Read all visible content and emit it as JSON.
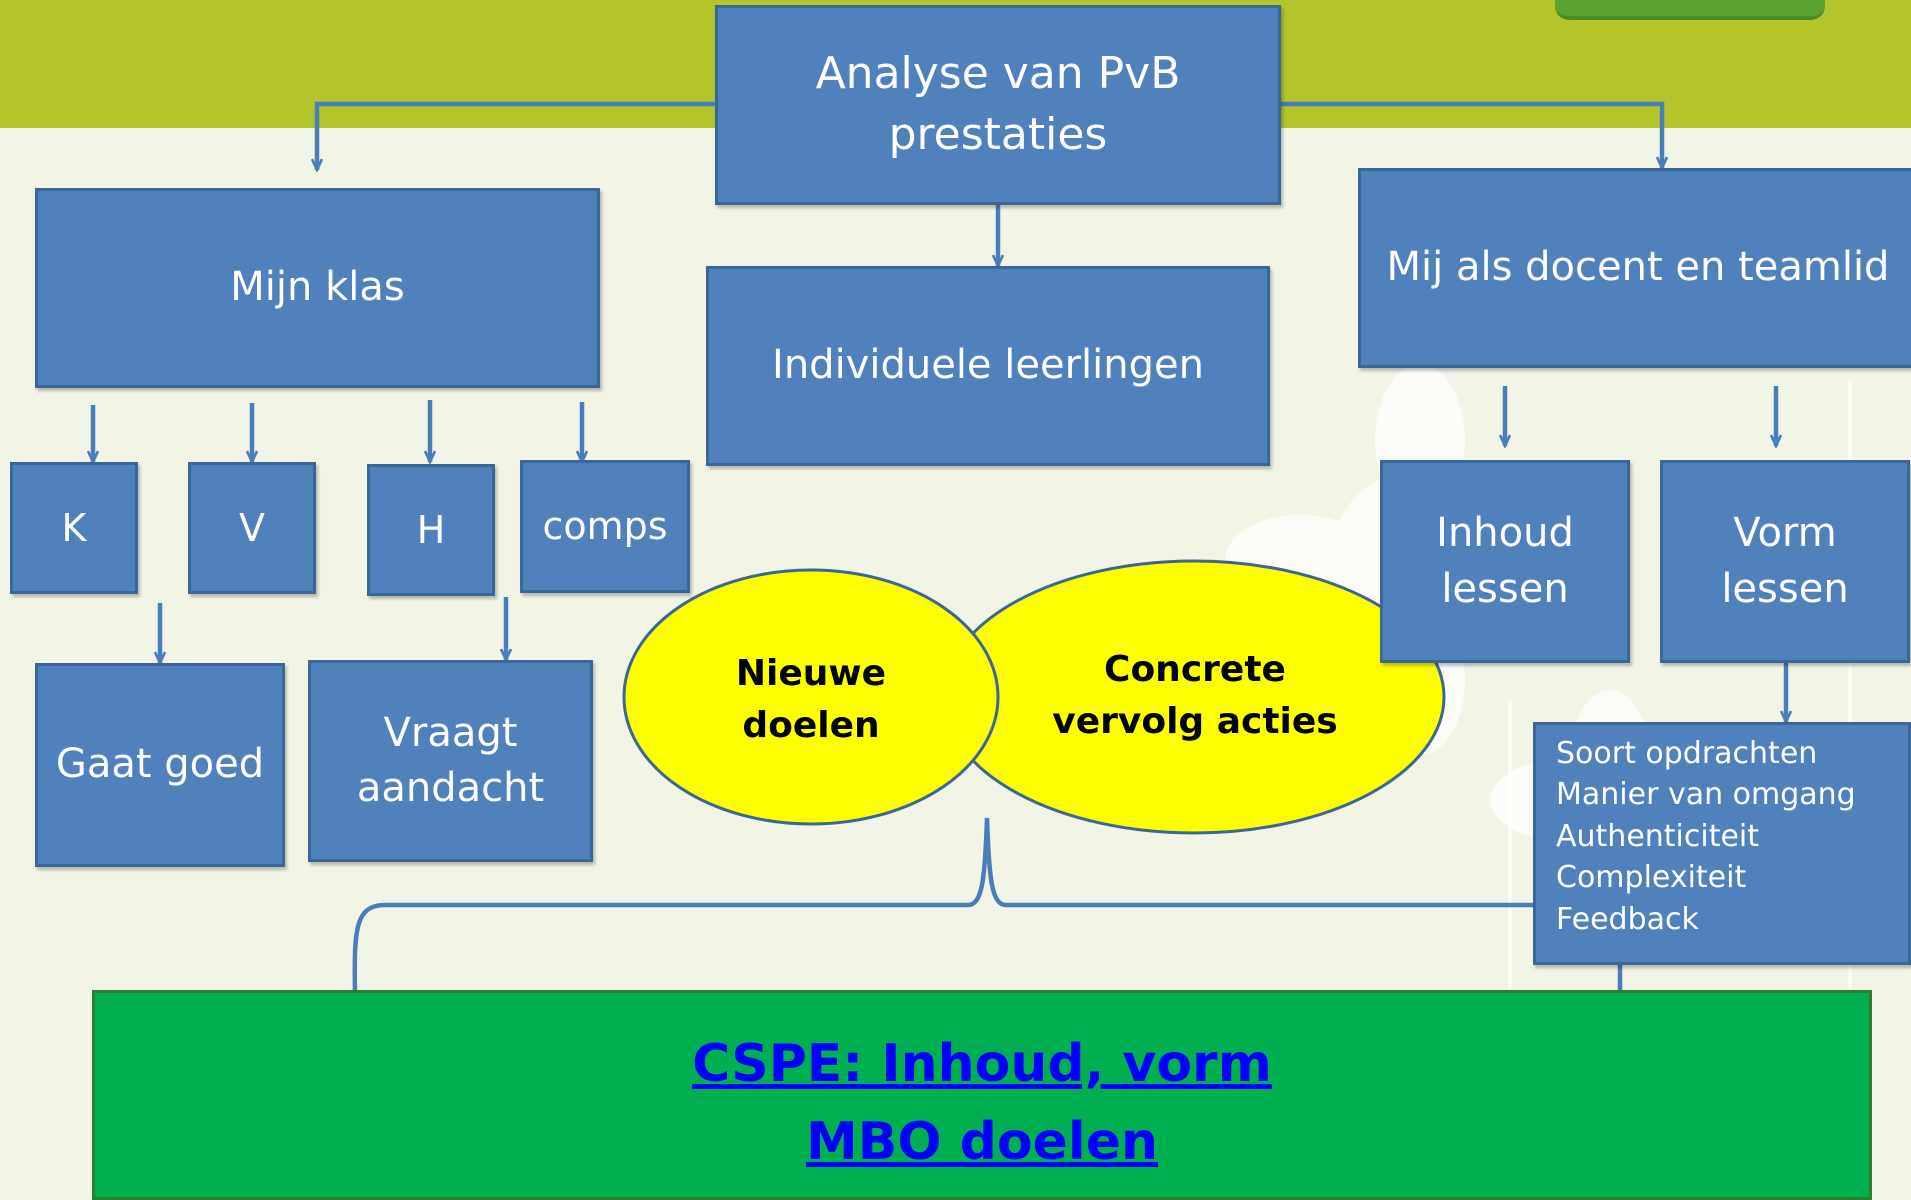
{
  "top": {
    "title_line1": "Analyse van PvB",
    "title_line2": "prestaties"
  },
  "left": {
    "header": "Mijn klas",
    "items": [
      "K",
      "V",
      "H",
      "comps"
    ],
    "outcome_good": "Gaat goed",
    "outcome_attention_line1": "Vraagt",
    "outcome_attention_line2": "aandacht"
  },
  "middle": {
    "header": "Individuele leerlingen"
  },
  "right": {
    "header": "Mij als docent en teamlid",
    "content_line1": "Inhoud",
    "content_line2": "lessen",
    "form_line1": "Vorm",
    "form_line2": "lessen",
    "list": [
      "Soort opdrachten",
      "Manier van omgang",
      "Authenticiteit",
      "Complexiteit",
      "Feedback"
    ]
  },
  "ellipses": {
    "left_line1": "Nieuwe",
    "left_line2": "doelen",
    "right_line1": "Concrete",
    "right_line2": "vervolg acties"
  },
  "bottom": {
    "link1": "CSPE: Inhoud, vorm",
    "link2": "MBO doelen"
  },
  "colors": {
    "box_fill": "#4f81bd",
    "box_border": "#3a6796",
    "connector": "#4a7ebb",
    "ellipse_fill": "#ffff00",
    "bottom_fill": "#00b050",
    "link": "#0000ff",
    "band": "#b3c52a"
  }
}
